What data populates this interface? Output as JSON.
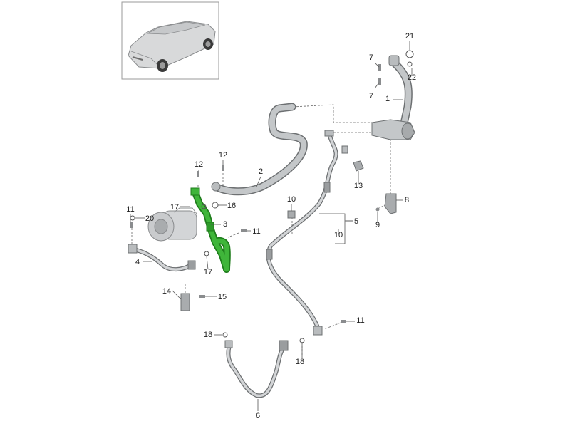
{
  "colors": {
    "part_grey": "#b9bcbe",
    "part_outline": "#6d7072",
    "highlight": "#3fb53a",
    "highlight_dark": "#1f7d1c",
    "leader": "#555555"
  },
  "inset": {
    "icon": "car-suv-icon"
  },
  "callouts": [
    "21",
    "7",
    "22",
    "7",
    "1",
    "2",
    "12",
    "12",
    "13",
    "10",
    "8",
    "17",
    "16",
    "11",
    "20",
    "5",
    "9",
    "3",
    "11",
    "10",
    "4",
    "17",
    "14",
    "15",
    "11",
    "18",
    "18",
    "6"
  ]
}
